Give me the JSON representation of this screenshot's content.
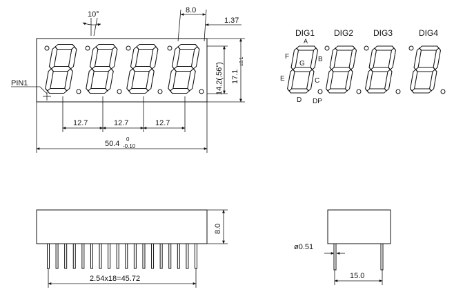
{
  "front_view": {
    "angle_label": "10°",
    "width_label": "8.0",
    "height_label": "1.37",
    "pin1_label": "PIN1",
    "digit_height_label": "14.2(.56\")",
    "body_height_label": "17.1",
    "body_height_tol": "±0.1",
    "pitch_labels": [
      "12.7",
      "12.7",
      "12.7"
    ],
    "overall_width_label": "50.4",
    "overall_width_tol_plus": "0",
    "overall_width_tol_minus": "-0.10"
  },
  "segment_legend": {
    "digit_labels": [
      "DIG1",
      "DIG2",
      "DIG3",
      "DIG4"
    ],
    "segment_labels": {
      "a": "A",
      "b": "B",
      "c": "C",
      "d": "D",
      "e": "E",
      "f": "F",
      "g": "G",
      "dp": "DP"
    }
  },
  "side_view": {
    "height_label": "8.0",
    "pin_span_label": "2.54x18=45.72",
    "pin_count": 18
  },
  "end_view": {
    "pin_diameter_label": "ø0.51",
    "row_spacing_label": "15.0"
  }
}
